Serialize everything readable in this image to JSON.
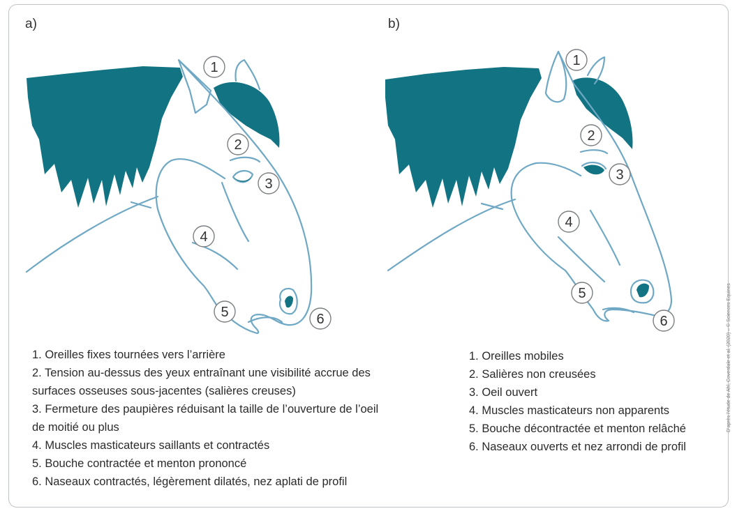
{
  "panels": [
    {
      "label": "a)",
      "callouts": [
        "1",
        "2",
        "3",
        "4",
        "5",
        "6"
      ],
      "legend": [
        "1. Oreilles fixes tournées vers l’arrière",
        "2. Tension au-dessus des yeux entraînant une visibilité accrue des",
        "surfaces osseuses sous-jacentes (salières creuses)",
        "3. Fermeture des paupières réduisant la taille de l’ouverture de l’oeil",
        "de moitié ou plus",
        "4. Muscles masticateurs saillants et contractés",
        "5. Bouche contractée et menton prononcé",
        "6. Naseaux contractés, légèrement dilatés, nez aplati de profil"
      ]
    },
    {
      "label": "b)",
      "callouts": [
        "1",
        "2",
        "3",
        "4",
        "5",
        "6"
      ],
      "legend": [
        "1. Oreilles mobiles",
        "2. Salières non creusées",
        "3. Oeil ouvert",
        "4. Muscles masticateurs non apparents",
        "5. Bouche décontractée et menton relâché",
        "6. Naseaux ouverts et nez arrondi de profil"
      ]
    }
  ],
  "credit": "D’après l’étude de Ahl, Coverdale et al. (2020) – © Sciences Equines",
  "colors": {
    "mane": "#127482",
    "outline": "#6fa8c4",
    "frame": "#bfc3c6"
  }
}
